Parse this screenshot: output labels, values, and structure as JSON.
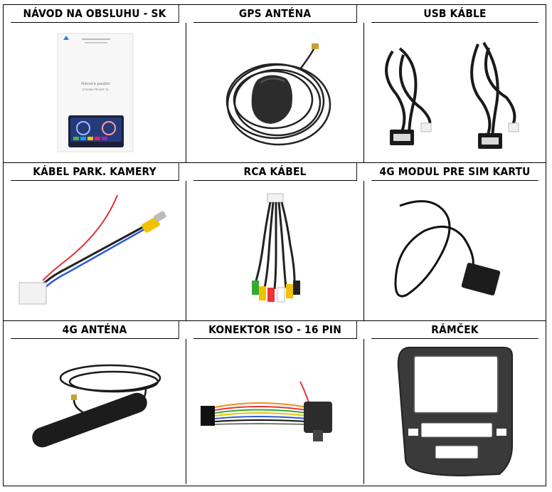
{
  "headers": [
    "NÁVOD NA OBSLUHU - SK",
    "GPS ANTÉNA",
    "USB KÁBLE",
    "KÁBEL PARK. KAMERY",
    "RCA KÁBEL",
    "4G MODUL PRE SIM KARTU",
    "4G ANTÉNA",
    "KONEKTOR ISO - 16 PIN",
    "RÁMČEK"
  ],
  "images": [
    {
      "name": "manual-image"
    },
    {
      "name": "gps-antenna-image"
    },
    {
      "name": "usb-cables-image"
    },
    {
      "name": "parking-camera-cable-image"
    },
    {
      "name": "rca-cable-image"
    },
    {
      "name": "4g-sim-module-image"
    },
    {
      "name": "4g-antenna-image"
    },
    {
      "name": "iso-16pin-connector-image"
    },
    {
      "name": "frame-image"
    }
  ],
  "manual": {
    "title": "Návod k použití",
    "subtitle": "DTRONIX PRIVATE TA"
  }
}
